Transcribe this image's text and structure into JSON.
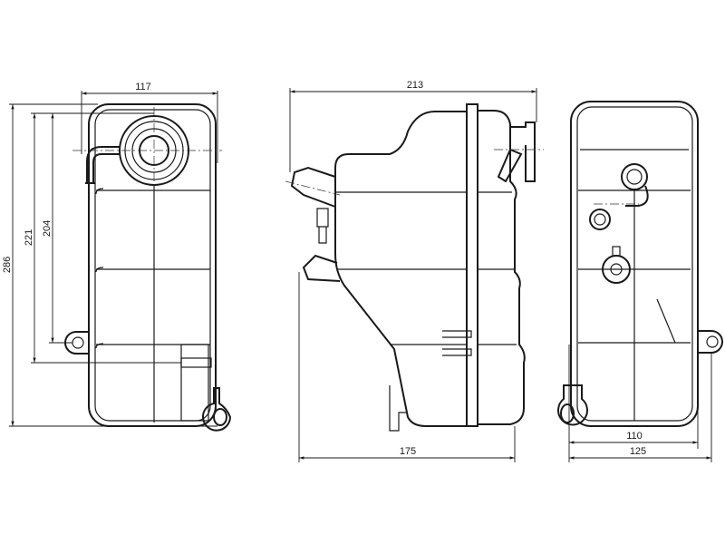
{
  "drawing": {
    "front_view": {
      "width_label": "117",
      "height_total_label": "286",
      "height_mid_label": "221",
      "height_lug_label": "204"
    },
    "side_view": {
      "width_top_label": "213",
      "width_bottom_label": "175"
    },
    "rear_view": {
      "width_inner_label": "110",
      "width_outer_label": "125"
    }
  }
}
